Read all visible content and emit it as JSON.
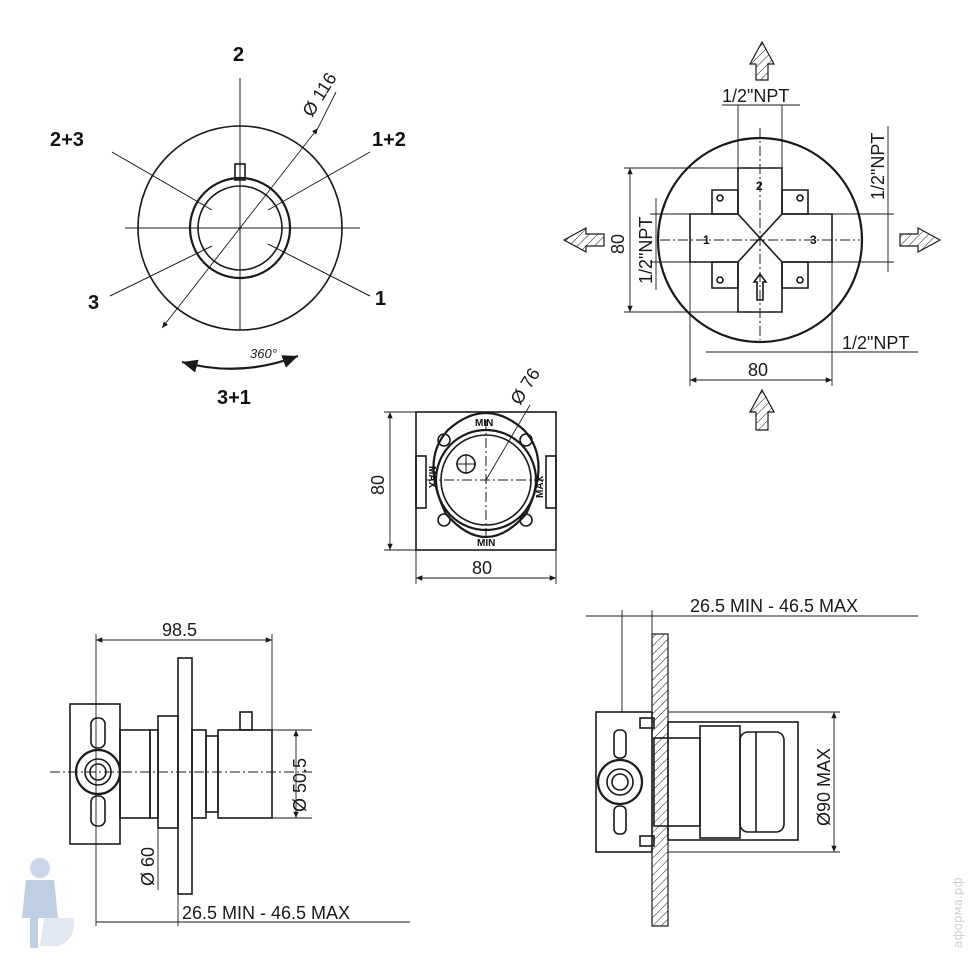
{
  "front_view": {
    "port_top": "2",
    "port_top_left": "2+3",
    "port_top_right": "1+2",
    "port_bottom_left": "3",
    "port_right": "1",
    "port_bottom": "3+1",
    "rotation": "360°",
    "diameter": "Ø 116"
  },
  "rear_view": {
    "npt_top": "1/2\"NPT",
    "npt_right": "1/2\"NPT",
    "npt_left": "1/2\"NPT",
    "npt_bottom": "1/2\"NPT",
    "height": "80",
    "width": "80",
    "port_2": "2",
    "port_1": "1",
    "port_3": "3"
  },
  "body_view": {
    "diameter": "Ø 76",
    "height": "80",
    "width": "80",
    "mark_min": "MIN",
    "mark_max": "MAX"
  },
  "side_view": {
    "length": "98.5",
    "diameter_cap": "Ø 50.5",
    "diameter_body": "Ø 60",
    "wall_range": "26.5   MIN  -  46.5  MAX"
  },
  "section_view": {
    "wall_range": "26.5   MIN  -  46.5  MAX",
    "diameter_max": "Ø90  MAX"
  },
  "watermark": "аформа.рф"
}
